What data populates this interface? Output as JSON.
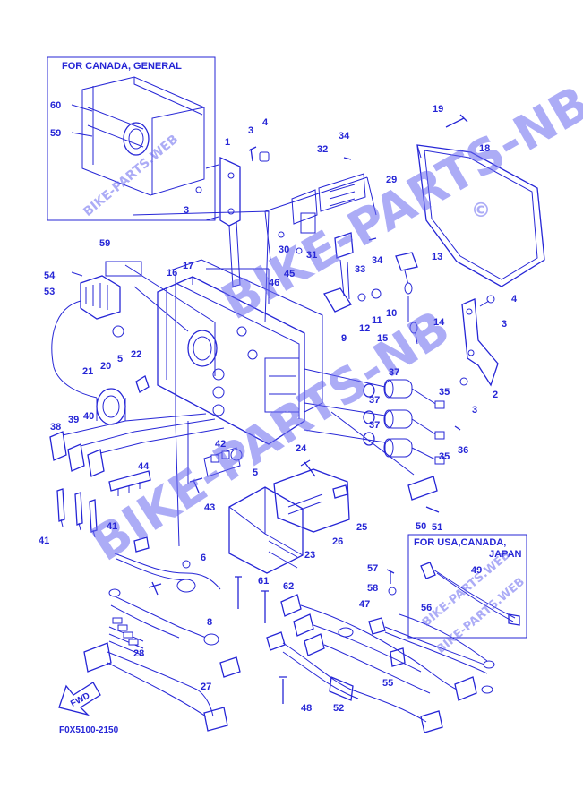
{
  "diagram": {
    "code": "F0X5100-2150",
    "colors": {
      "ink": "#2626d6",
      "watermark": "#6a6af0",
      "background": "#ffffff"
    },
    "insets": [
      {
        "id": "canada-general",
        "title": "FOR CANADA, GENERAL"
      },
      {
        "id": "usa-canada-japan",
        "title_lines": [
          "FOR USA,CANADA,",
          "JAPAN"
        ]
      }
    ],
    "fwd_label": "FWD",
    "watermarks": [
      "BIKE-PARTS.WEB",
      "BIKE-PARTS-NB",
      "©",
      "BIKE-PARTS-NB",
      "BIKE-PARTS.WEB",
      "BIKE-PARTS.WEB"
    ],
    "callouts": [
      "60",
      "59",
      "1",
      "3",
      "4",
      "34",
      "32",
      "29",
      "19",
      "18",
      "3",
      "30",
      "31",
      "33",
      "34",
      "13",
      "59",
      "54",
      "53",
      "16",
      "17",
      "45",
      "46",
      "12",
      "11",
      "10",
      "14",
      "15",
      "4",
      "3",
      "9",
      "5",
      "20",
      "22",
      "21",
      "37",
      "35",
      "2",
      "37",
      "37",
      "3",
      "38",
      "39",
      "40",
      "44",
      "42",
      "5",
      "24",
      "36",
      "35",
      "25",
      "43",
      "41",
      "41",
      "26",
      "23",
      "50",
      "51",
      "6",
      "61",
      "62",
      "57",
      "49",
      "58",
      "47",
      "56",
      "8",
      "28",
      "27",
      "55",
      "48",
      "52"
    ]
  }
}
